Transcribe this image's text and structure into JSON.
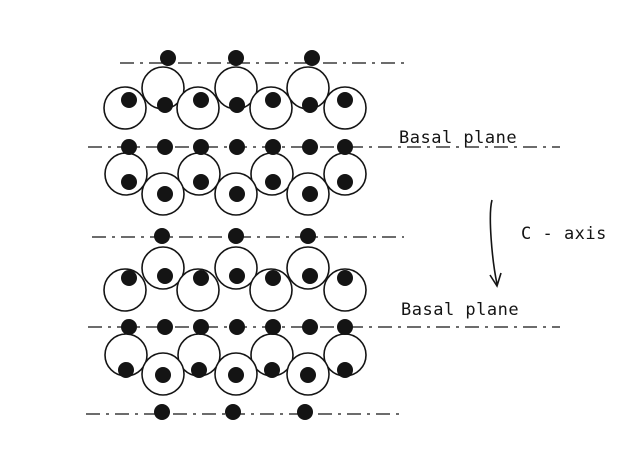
{
  "labels": {
    "basal_plane_top": "Basal plane",
    "c_axis": "C - axis",
    "basal_plane_bottom": "Basal plane"
  },
  "style": {
    "ink": "#141414",
    "paper": "#ffffff"
  }
}
